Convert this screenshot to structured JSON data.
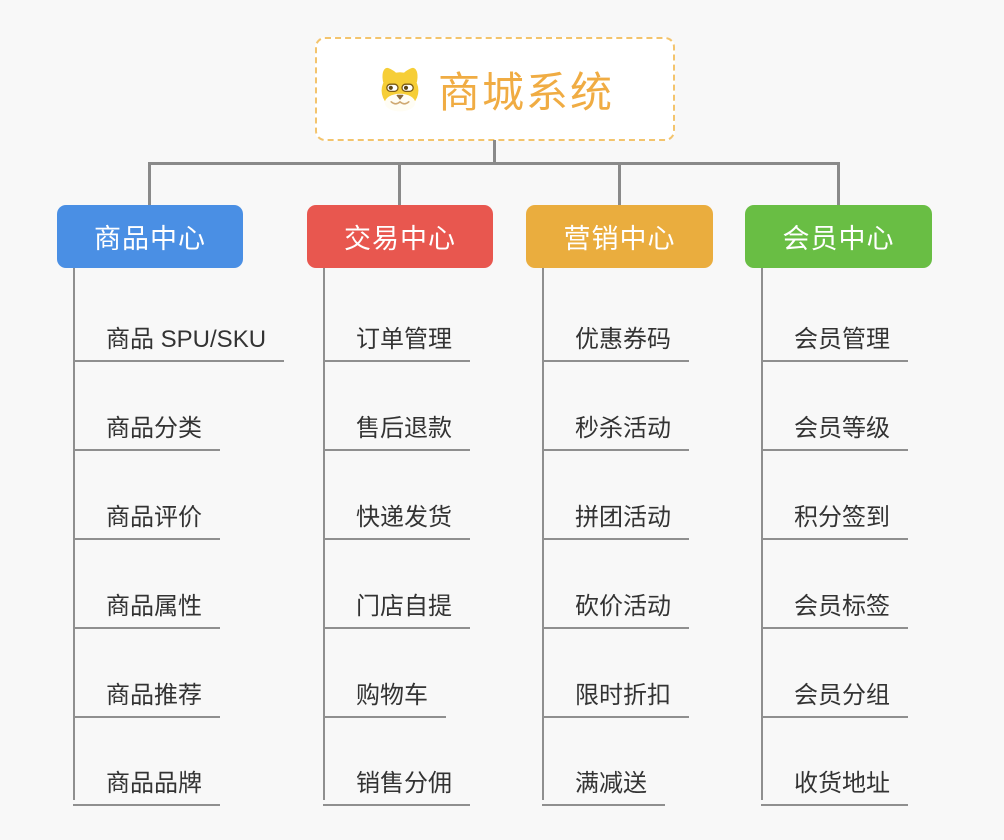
{
  "page": {
    "background_color": "#f8f8f8",
    "connector_color": "#8a8a8a"
  },
  "root": {
    "title": "商城系统",
    "icon": "dog-icon",
    "text_color": "#f0ac43",
    "border_color": "#f3c46d"
  },
  "branches": [
    {
      "label": "商品中心",
      "color": "#4a8fe4",
      "items": [
        "商品 SPU/SKU",
        "商品分类",
        "商品评价",
        "商品属性",
        "商品推荐",
        "商品品牌"
      ]
    },
    {
      "label": "交易中心",
      "color": "#e8574f",
      "items": [
        "订单管理",
        "售后退款",
        "快递发货",
        "门店自提",
        "购物车",
        "销售分佣"
      ]
    },
    {
      "label": "营销中心",
      "color": "#eaad3e",
      "items": [
        "优惠券码",
        "秒杀活动",
        "拼团活动",
        "砍价活动",
        "限时折扣",
        "满减送"
      ]
    },
    {
      "label": "会员中心",
      "color": "#69be44",
      "items": [
        "会员管理",
        "会员等级",
        "积分签到",
        "会员标签",
        "会员分组",
        "收货地址"
      ]
    }
  ]
}
